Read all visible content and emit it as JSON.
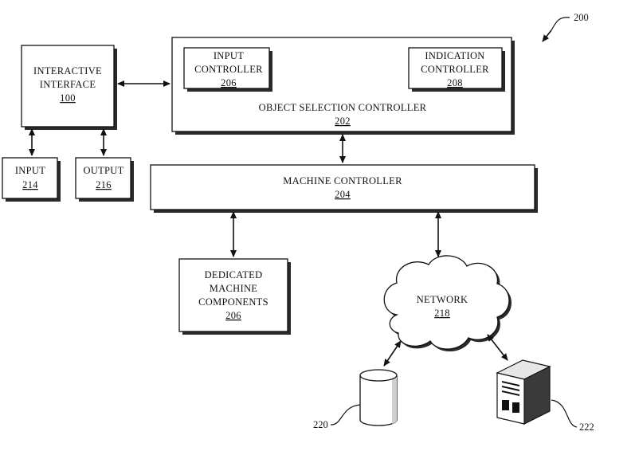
{
  "figure_ref": "200",
  "blocks": {
    "interactive_interface": {
      "line1": "INTERACTIVE",
      "line2": "INTERFACE",
      "num": "100"
    },
    "input": {
      "label": "INPUT",
      "num": "214"
    },
    "output": {
      "label": "OUTPUT",
      "num": "216"
    },
    "object_selection_controller": {
      "label": "OBJECT SELECTION CONTROLLER",
      "num": "202"
    },
    "input_controller": {
      "line1": "INPUT",
      "line2": "CONTROLLER",
      "num": "206"
    },
    "indication_controller": {
      "line1": "INDICATION",
      "line2": "CONTROLLER",
      "num": "208"
    },
    "machine_controller": {
      "label": "MACHINE CONTROLLER",
      "num": "204"
    },
    "dedicated_machine_components": {
      "line1": "DEDICATED",
      "line2": "MACHINE",
      "line3": "COMPONENTS",
      "num": "206"
    },
    "network": {
      "label": "NETWORK",
      "num": "218"
    }
  },
  "refs": {
    "database": "220",
    "server": "222"
  }
}
